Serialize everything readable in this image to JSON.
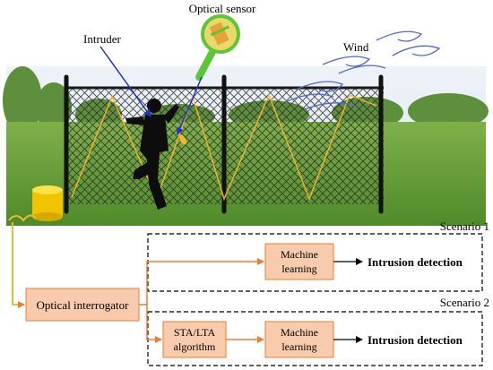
{
  "labels": {
    "optical_sensor": "Optical sensor",
    "intruder": "Intruder",
    "wind": "Wind",
    "scenario1": "Scenario 1",
    "scenario2": "Scenario 2"
  },
  "boxes": {
    "interrogator": "Optical interrogator",
    "ml1_line1": "Machine",
    "ml1_line2": "learning",
    "stalta_line1": "STA/LTA",
    "stalta_line2": "algorithm",
    "ml2_line1": "Machine",
    "ml2_line2": "learning"
  },
  "outputs": {
    "detect1": "Intrusion detection",
    "detect2": "Intrusion detection"
  },
  "colors": {
    "box_fill": "#f8cbad",
    "box_stroke": "#ed7d31",
    "arrow": "#ed7d31",
    "fiber": "#f2b830",
    "pointer": "#1f2fd6",
    "sensor_green": "#5cc638"
  }
}
